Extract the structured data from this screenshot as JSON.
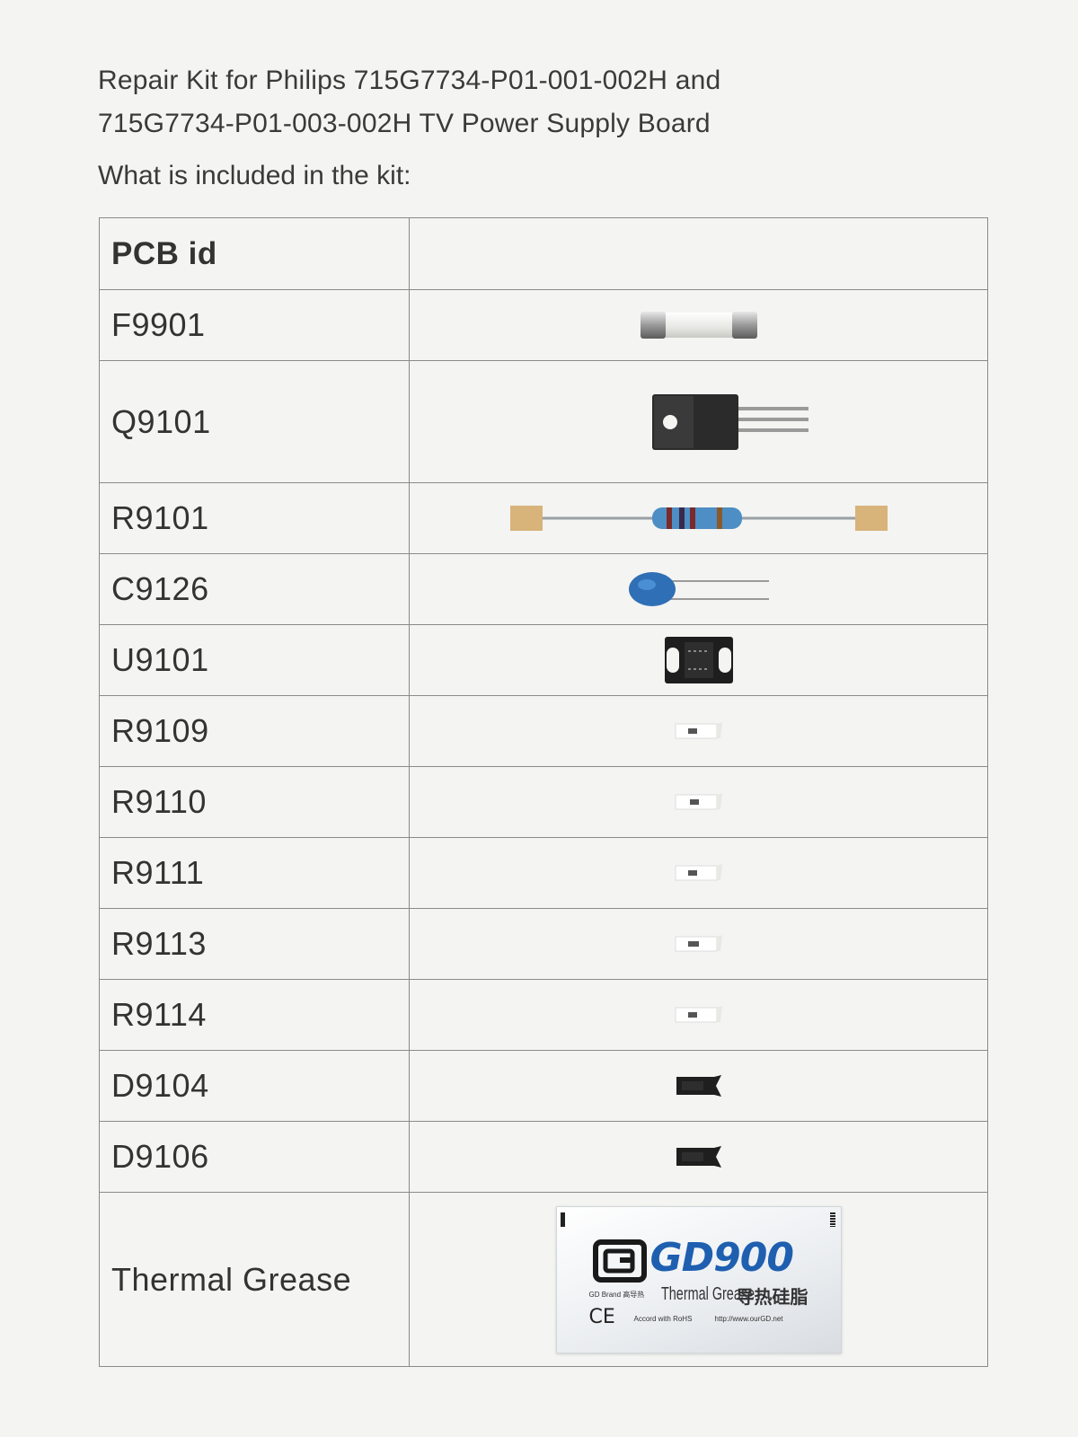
{
  "heading": {
    "line1": "Repair Kit for Philips 715G7734-P01-001-002H and",
    "line2": "715G7734-P01-003-002H TV Power Supply Board"
  },
  "subheading": "What is included in the kit:",
  "table": {
    "header": "PCB id",
    "rows": [
      {
        "id": "F9901",
        "icon": "glass-fuse-icon"
      },
      {
        "id": "Q9101",
        "icon": "to220-transistor-icon"
      },
      {
        "id": "R9101",
        "icon": "axial-resistor-icon"
      },
      {
        "id": "C9126",
        "icon": "ceramic-capacitor-icon"
      },
      {
        "id": "U9101",
        "icon": "soic8-ic-icon"
      },
      {
        "id": "R9109",
        "icon": "smd-resistor-icon"
      },
      {
        "id": "R9110",
        "icon": "smd-resistor-icon"
      },
      {
        "id": "R9111",
        "icon": "smd-resistor-icon"
      },
      {
        "id": "R9113",
        "icon": "smd-resistor-icon"
      },
      {
        "id": "R9114",
        "icon": "smd-resistor-icon"
      },
      {
        "id": "D9104",
        "icon": "smd-diode-icon"
      },
      {
        "id": "D9106",
        "icon": "smd-diode-icon"
      },
      {
        "id": "Thermal Grease",
        "icon": "thermal-grease-packet-icon"
      }
    ]
  },
  "thermal_grease_packet": {
    "brand": "GD900",
    "small_left": "GD Brand 高导热",
    "product": "Thermal Grease",
    "chinese": "导热硅脂",
    "marks": "CE",
    "rohs": "Accord with RoHS",
    "url": "http://www.ourGD.net"
  }
}
